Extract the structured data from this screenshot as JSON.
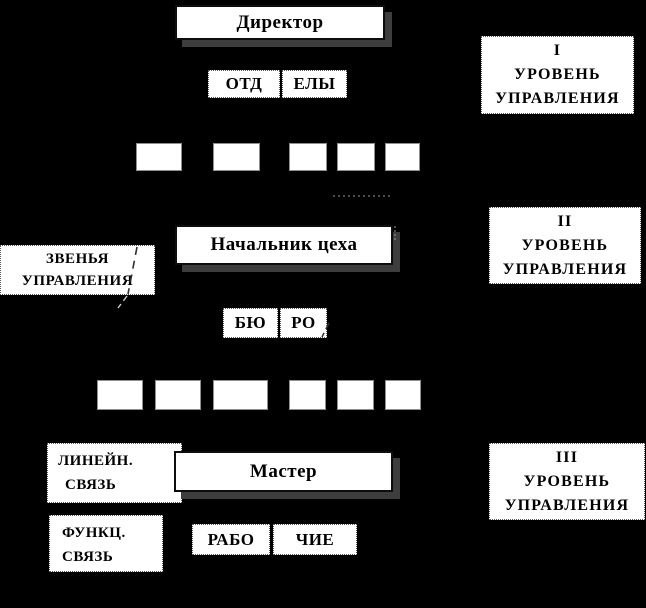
{
  "diagram": {
    "director": {
      "label": "Директор"
    },
    "departments": {
      "left": "ОТД",
      "right": "ЕЛЫ"
    },
    "shop_manager": {
      "label": "Начальник цеха"
    },
    "bureau": {
      "left": "БЮ",
      "right": "РО"
    },
    "master": {
      "label": "Мастер"
    },
    "workers": {
      "left": "РАБО",
      "right": "ЧИЕ"
    },
    "management_links_label": {
      "line1": "ЗВЕНЬЯ",
      "line2": "УПРАВЛЕНИЯ"
    },
    "linear_link_label": {
      "line1": "ЛИНЕЙН.",
      "line2": "СВЯЗЬ"
    },
    "functional_link_label": {
      "line1": "ФУНКЦ.",
      "line2": "СВЯЗЬ"
    },
    "levels": {
      "level1": {
        "numeral": "I",
        "line2": "УРОВЕНЬ",
        "line3": "УПРАВЛЕНИЯ"
      },
      "level2": {
        "numeral": "II",
        "line2": "УРОВЕНЬ",
        "line3": "УПРАВЛЕНИЯ"
      },
      "level3": {
        "numeral": "III",
        "line2": "УРОВЕНЬ",
        "line3": "УПРАВЛЕНИЯ"
      }
    },
    "placeholder_rows": {
      "row1_count": 5,
      "row2_count": 6
    },
    "colors": {
      "background": "#000000",
      "box_fill": "#ffffff",
      "text": "#000000",
      "shadow": "#3d3d3d",
      "dotted_border": "#5a5a5a"
    }
  }
}
